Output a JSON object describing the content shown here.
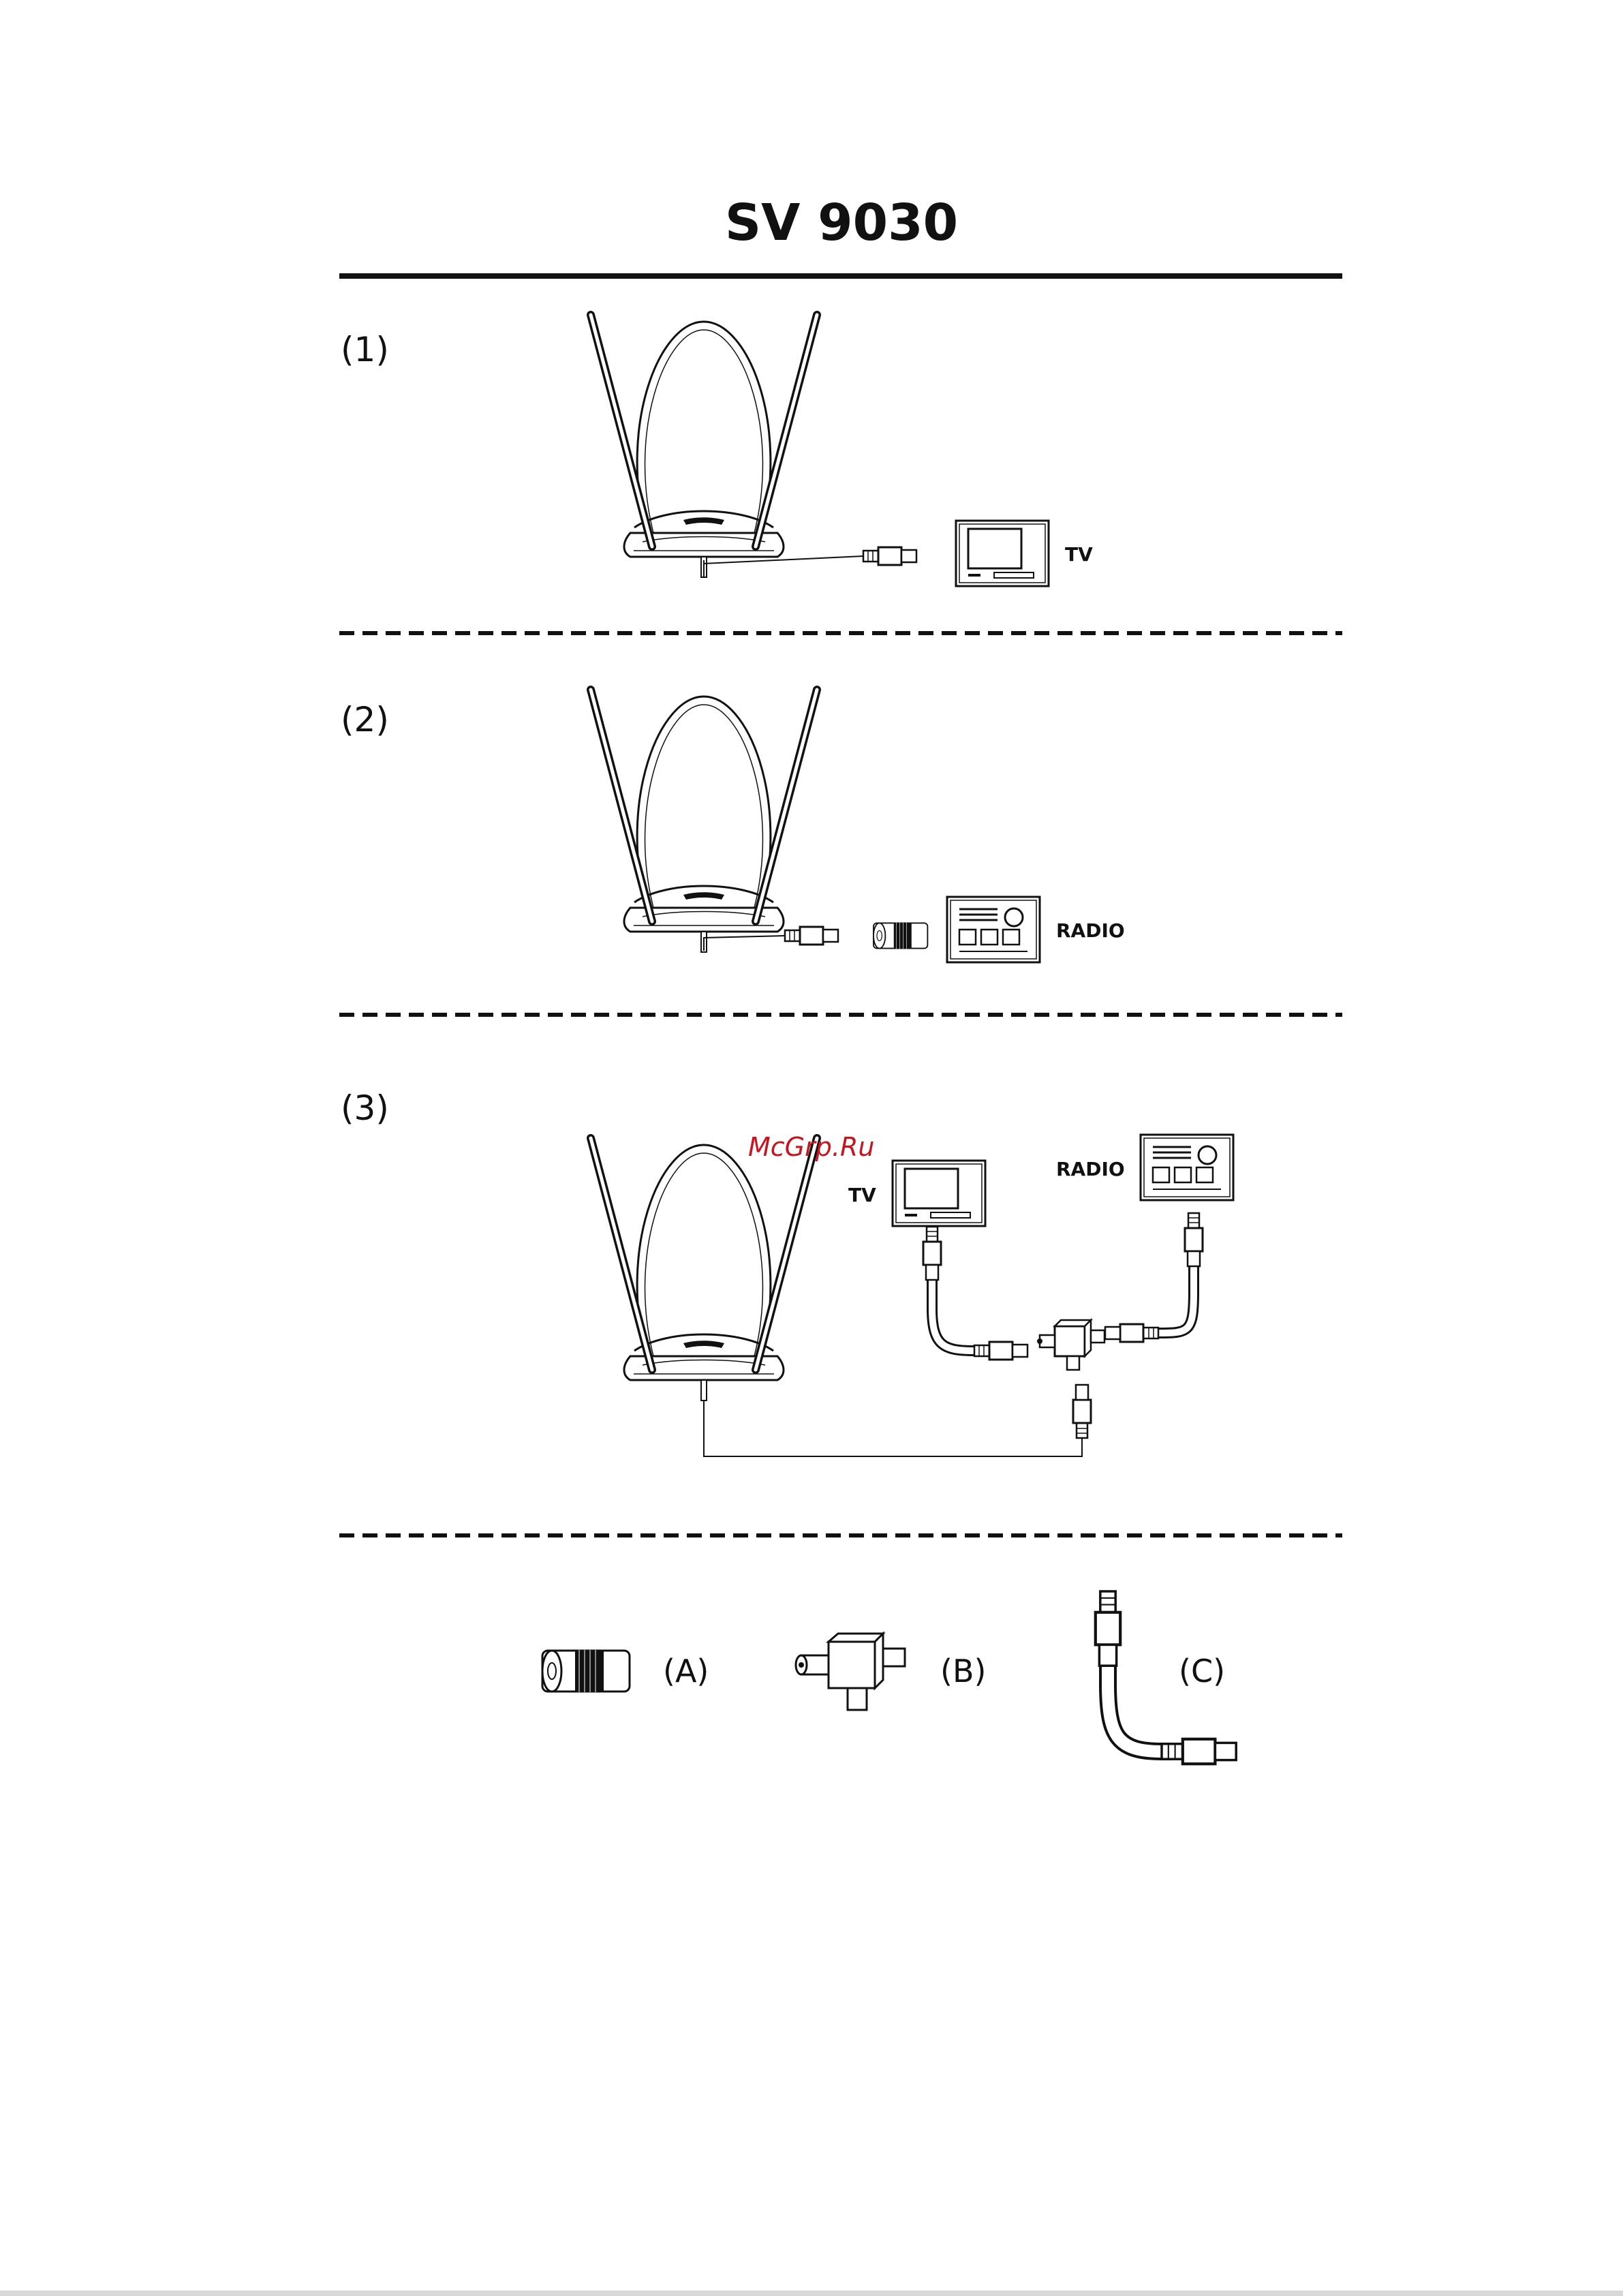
{
  "title": "SV 9030",
  "watermark": {
    "text": "McGrp.Ru",
    "color": "#c8141e"
  },
  "sections": [
    {
      "label": "(1)",
      "devices": [
        "TV"
      ]
    },
    {
      "label": "(2)",
      "devices": [
        "RADIO"
      ]
    },
    {
      "label": "(3)",
      "devices": [
        "TV",
        "RADIO"
      ]
    }
  ],
  "parts": [
    {
      "label": "(A)",
      "icon": "adapter-icon"
    },
    {
      "label": "(B)",
      "icon": "splitter-icon"
    },
    {
      "label": "(C)",
      "icon": "cable-icon"
    }
  ]
}
